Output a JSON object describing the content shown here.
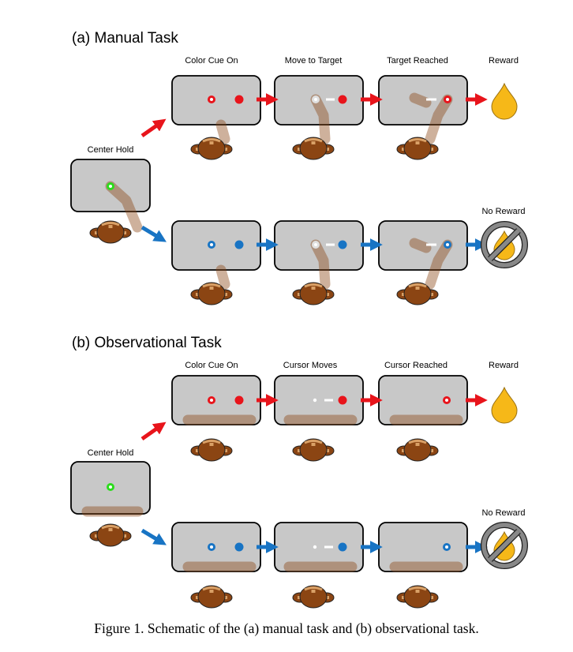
{
  "panels": [
    {
      "title": "(a) Manual Task",
      "center_label": "Center Hold",
      "step_labels": [
        "Color Cue On",
        "Move to Target",
        "Target Reached"
      ],
      "reward_label": "Reward",
      "no_reward_label": "No Reward"
    },
    {
      "title": "(b) Observational Task",
      "center_label": "Center Hold",
      "step_labels": [
        "Color Cue On",
        "Cursor Moves",
        "Cursor Reached"
      ],
      "reward_label": "Reward",
      "no_reward_label": "No Reward"
    }
  ],
  "caption": "Figure 1. Schematic of the (a) manual task and (b) observational task.",
  "colors": {
    "screen": "#c8c8c8",
    "monkey": "#8b4513",
    "monkey_light": "#d9a066",
    "red_cue": "#e8141b",
    "blue_cue": "#1874c4",
    "green_hold": "#2bdc1c",
    "reward_drop": "#f6b818",
    "no_reward": "#888888"
  }
}
